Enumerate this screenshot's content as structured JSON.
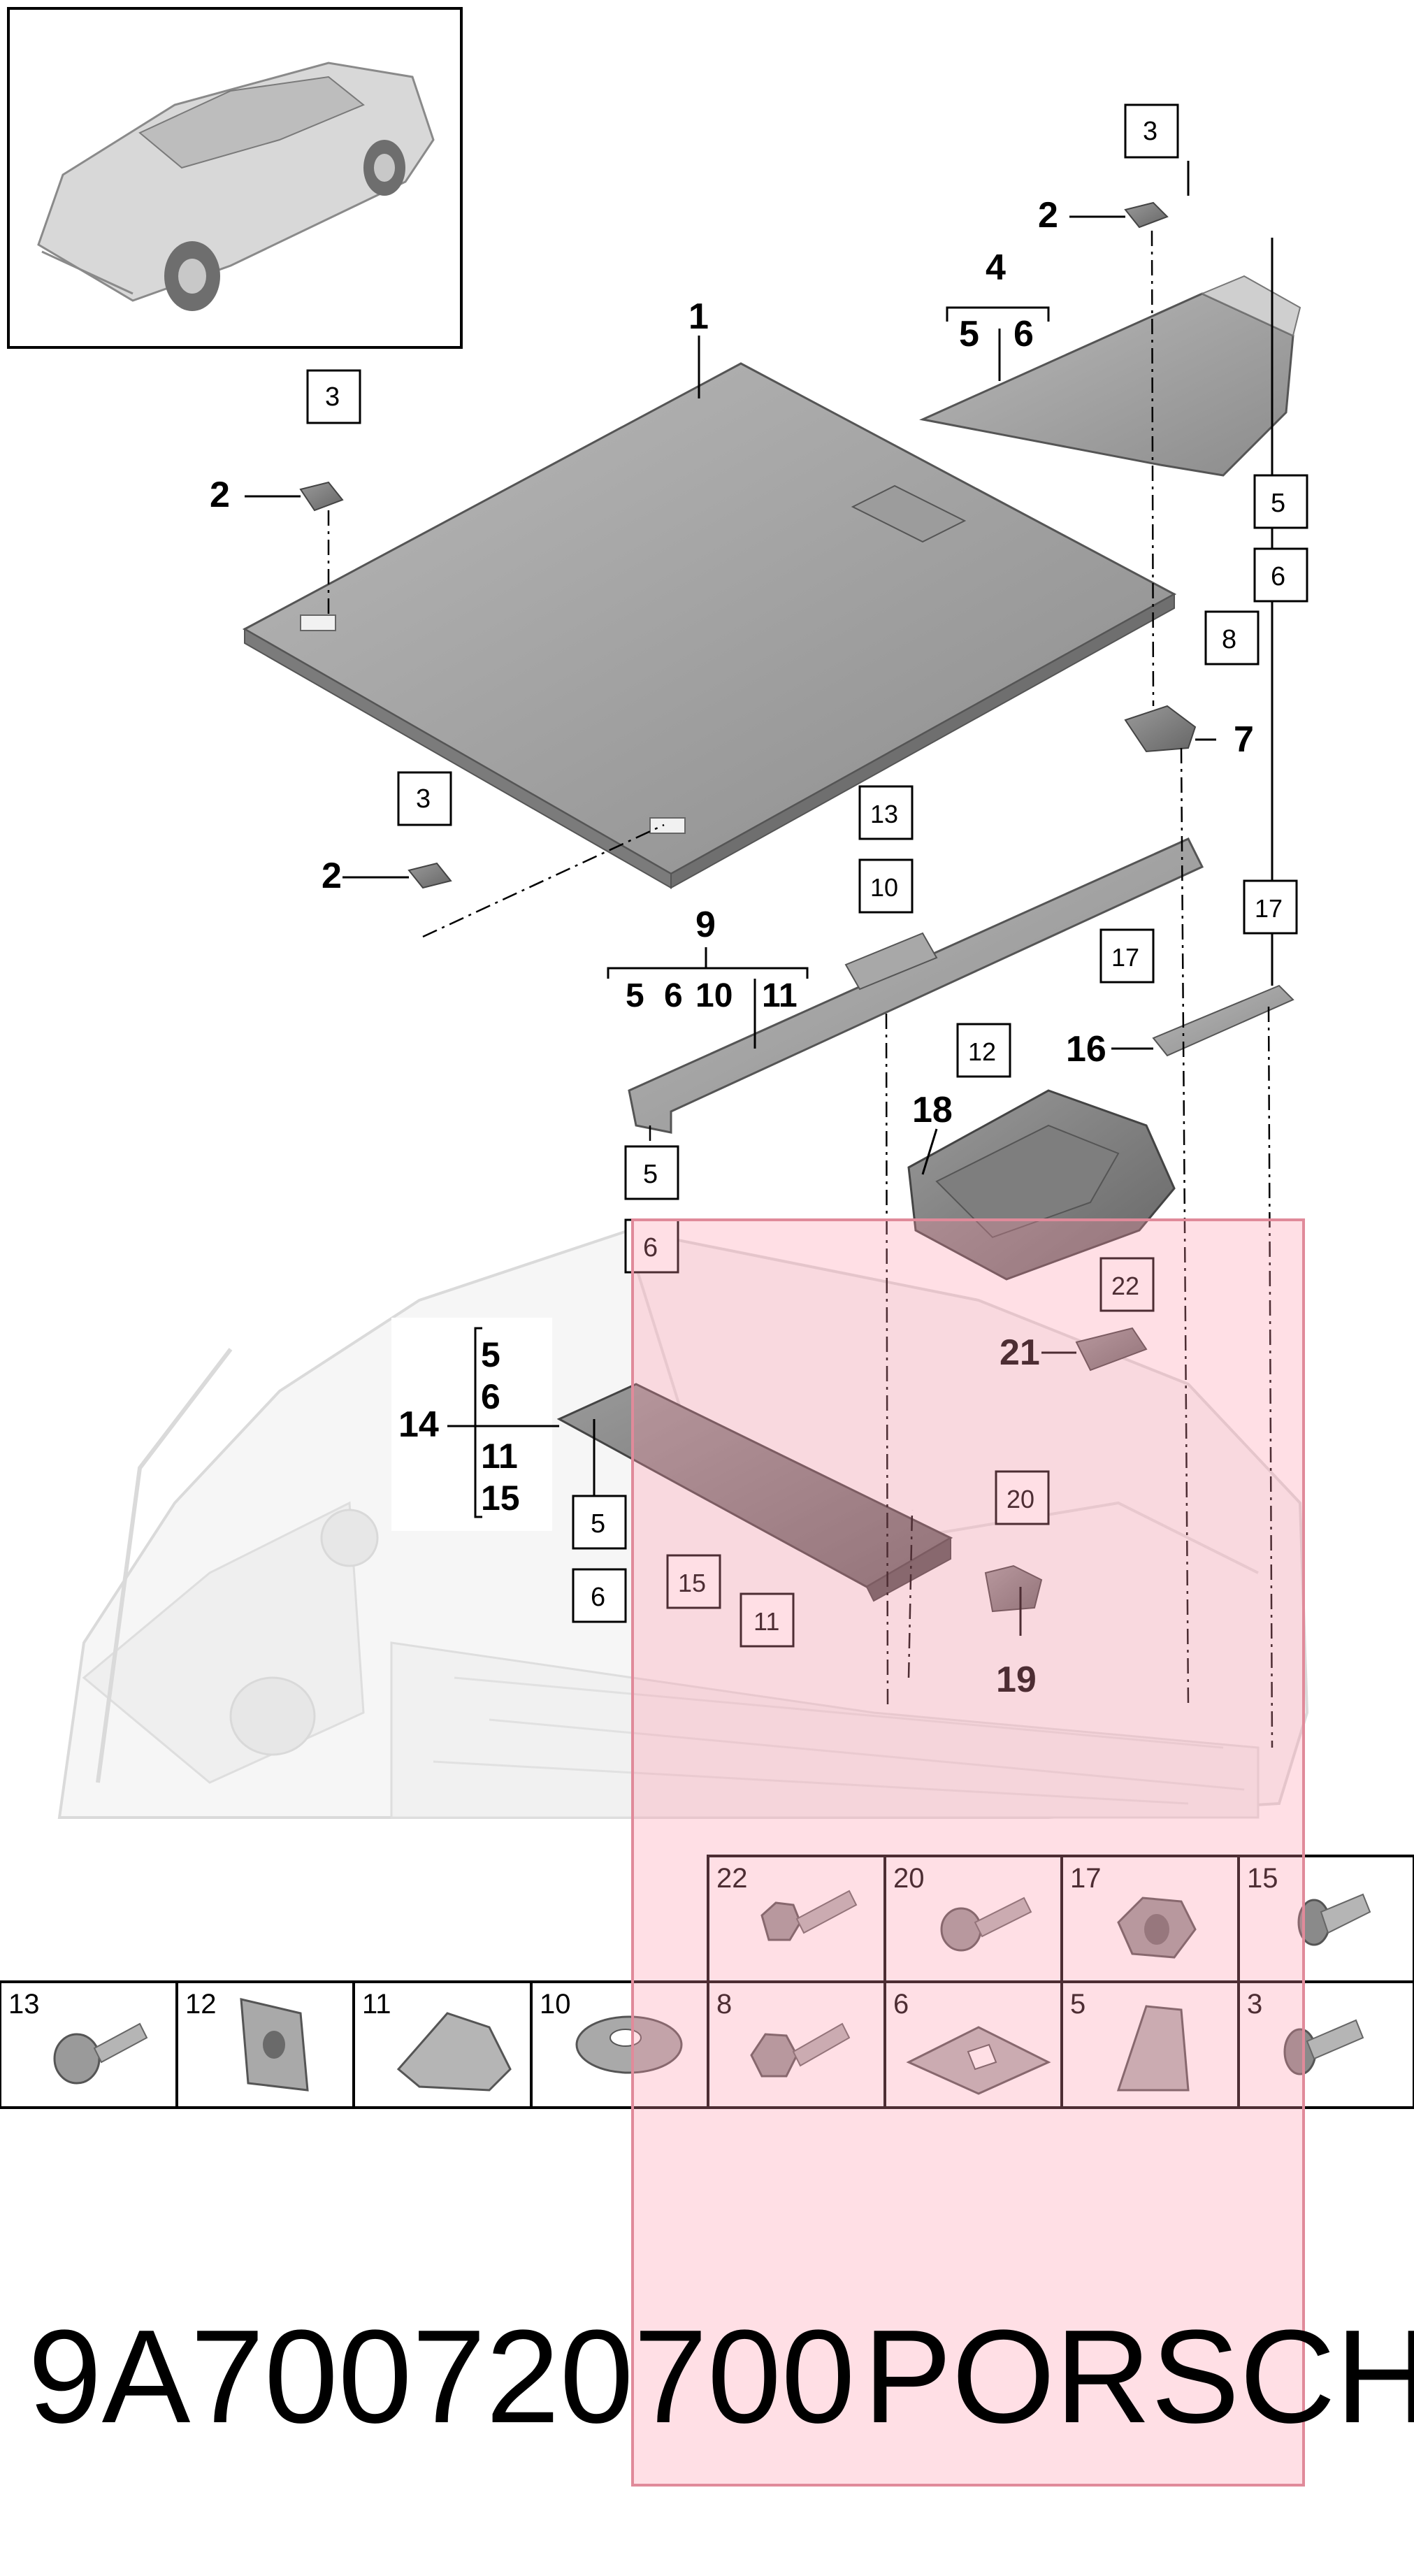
{
  "callouts": {
    "c1": "1",
    "c2a": "2",
    "c2b": "2",
    "c2c": "2",
    "c4": "4",
    "c7": "7",
    "c9": "9",
    "c14": "14",
    "c16": "16",
    "c18": "18",
    "c19": "19",
    "c21": "21",
    "c4_sub5": "5",
    "c4_sub6": "6",
    "c9_sub": [
      "5",
      "6",
      "10",
      "11"
    ],
    "c14_sub": [
      "5",
      "6",
      "11",
      "15"
    ]
  },
  "boxes": {
    "b3_top_right": "3",
    "b3_left": "3",
    "b3_bottom": "3",
    "b5_wedge": "5",
    "b6_wedge": "6",
    "b8": "8",
    "b13": "13",
    "b10": "10",
    "b12": "12",
    "b17_right": "17",
    "b17_left": "17",
    "b5_beam": "5",
    "b6_beam": "6",
    "b22": "22",
    "b20": "20",
    "b5_panel": "5",
    "b6_panel": "6",
    "b15": "15",
    "b11": "11"
  },
  "fastener_table": {
    "top_row": [
      "22",
      "20",
      "17",
      "15"
    ],
    "bottom_row": [
      "13",
      "12",
      "11",
      "10",
      "8",
      "6",
      "5",
      "3"
    ]
  },
  "footer": {
    "part_number": "9A700720700",
    "brand": "PORSCHE"
  }
}
